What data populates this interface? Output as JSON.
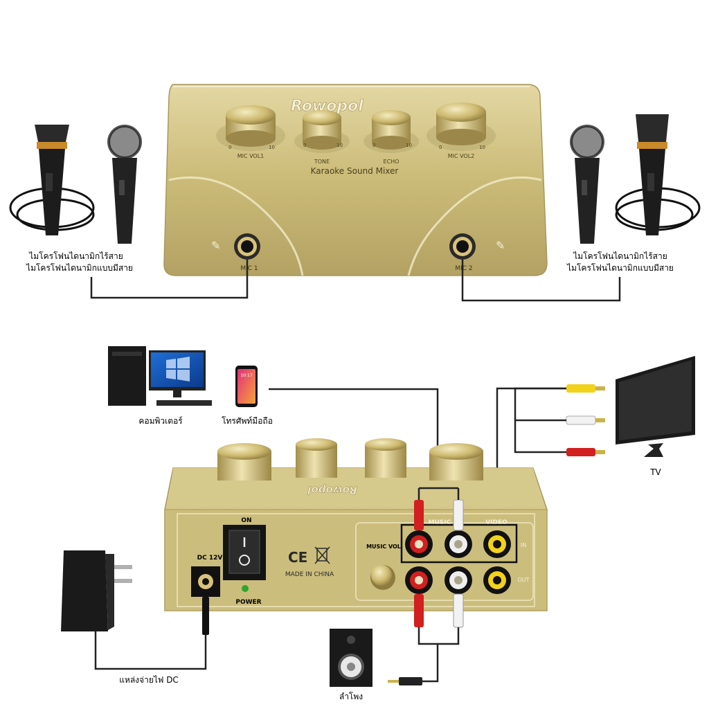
{
  "mixer_front": {
    "brand": "Rowopol",
    "product_name": "Karaoke Sound Mixer",
    "knobs": [
      "MIC VOL1",
      "TONE",
      "ECHO",
      "MIC VOL2"
    ],
    "scale_min": "0",
    "scale_max": "10",
    "jack_left": "MIC 1",
    "jack_right": "MIC 2"
  },
  "left_mics": {
    "line1": "ไมโครโฟนไดนามิกไร้สาย",
    "line2": "ไมโครโฟนไดนามิกแบบมีสาย"
  },
  "right_mics": {
    "line1": "ไมโครโฟนไดนามิกไร้สาย",
    "line2": "ไมโครโฟนไดนามิกแบบมีสาย"
  },
  "devices": {
    "computer": "คอมพิวเตอร์",
    "phone": "โทรศัพท์มือถือ",
    "phone_time": "10:17",
    "tv": "TV",
    "power_supply": "แหล่งจ่ายไฟ DC",
    "speaker": "ลำโพง"
  },
  "mixer_back": {
    "power_switch": "ON",
    "power_led": "POWER",
    "dc_in": "DC 12V",
    "certification": "CE",
    "made_in": "MADE IN CHINA",
    "music_vol": "MUSIC VOL",
    "music_group": "MUSIC",
    "video_group": "VIDEO",
    "row_in": "IN",
    "row_out": "OUT"
  },
  "colors": {
    "gold": "#c9b872",
    "gold_light": "#ddd09a",
    "gold_dark": "#a8975a",
    "cable": "#1a1a1a",
    "rca_red": "#d21f1f",
    "rca_white": "#f2f2f2",
    "rca_yellow": "#f2d21a"
  }
}
